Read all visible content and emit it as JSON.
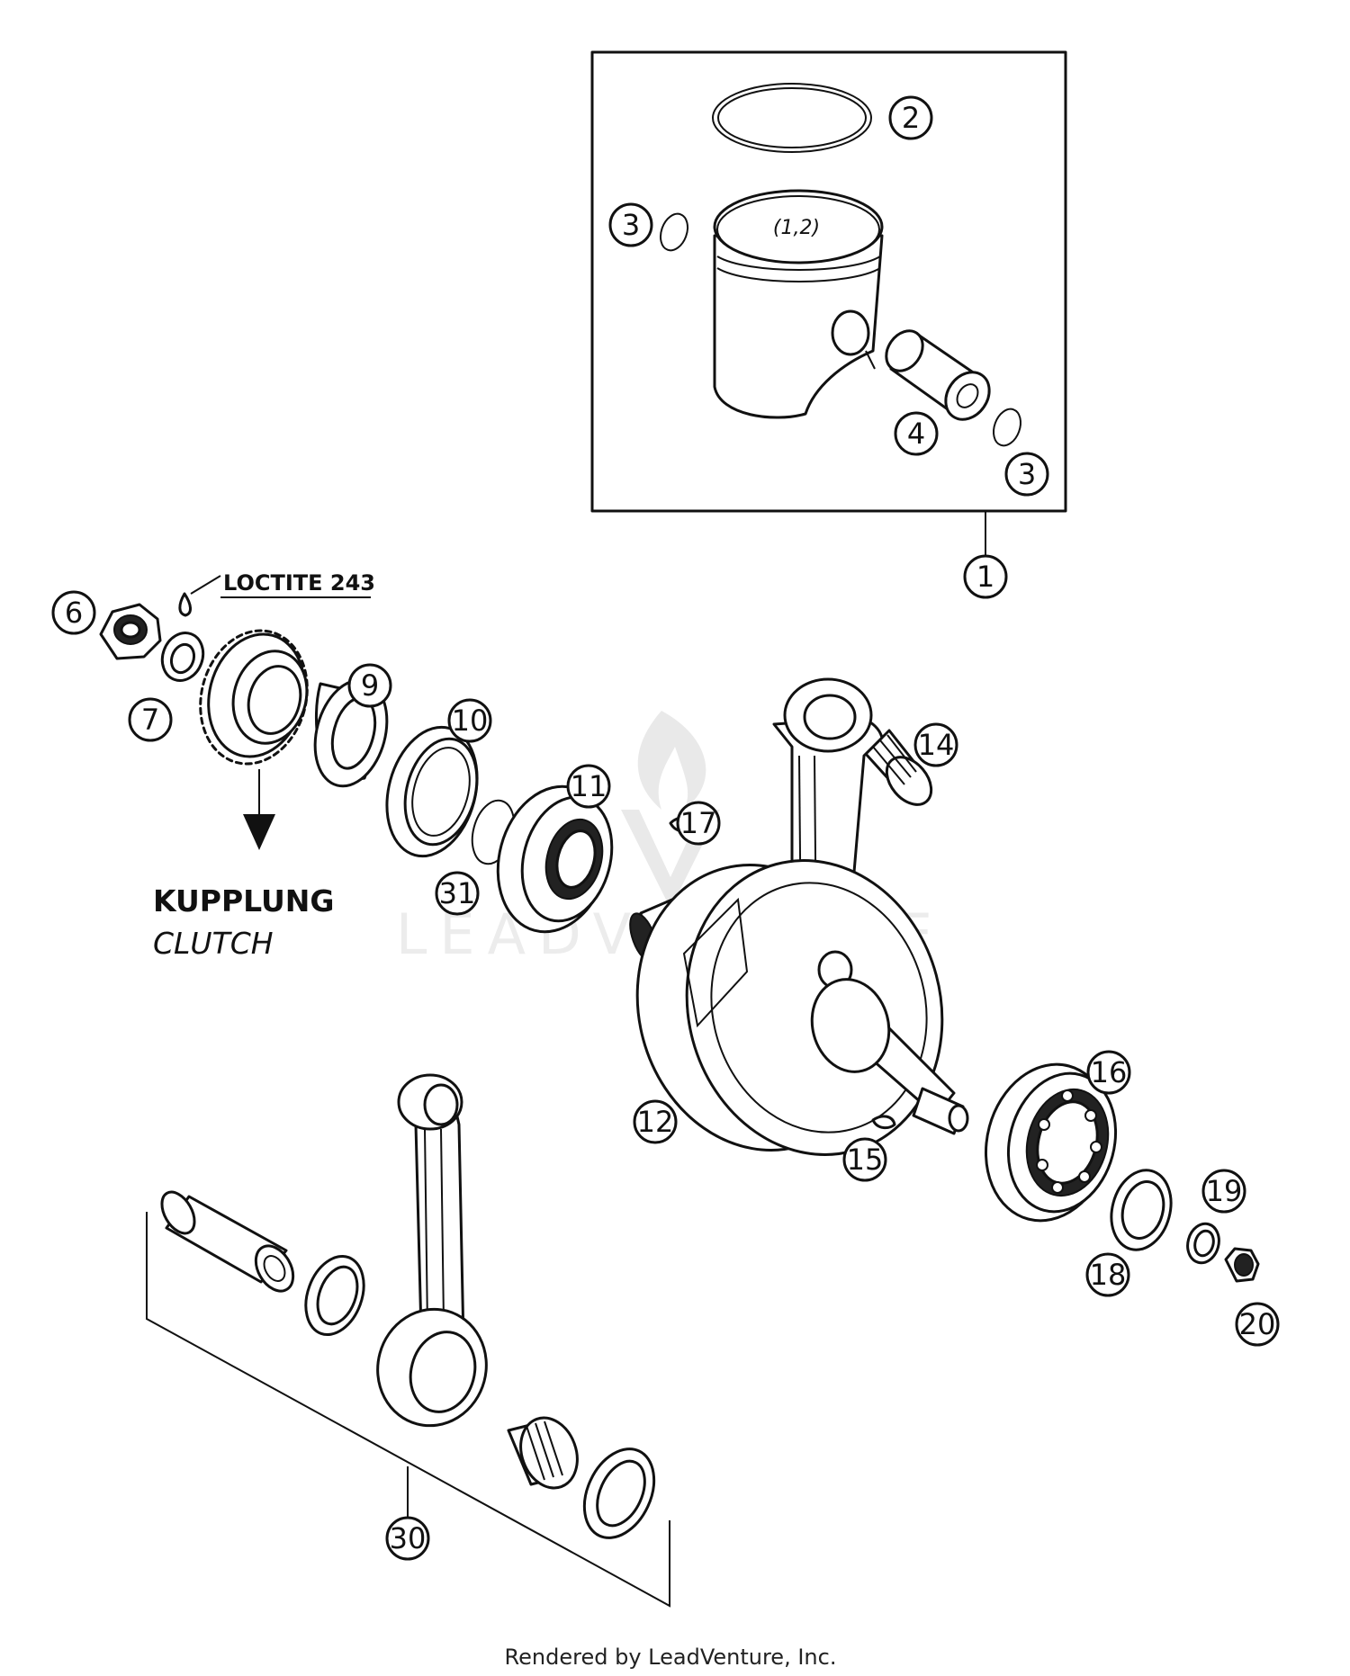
{
  "callouts": {
    "c1": "1",
    "c2": "2",
    "c3a": "3",
    "c3b": "3",
    "c4": "4",
    "c6": "6",
    "c7": "7",
    "c9": "9",
    "c10": "10",
    "c11": "11",
    "c12": "12",
    "c14": "14",
    "c15": "15",
    "c16": "16",
    "c17": "17",
    "c18": "18",
    "c19": "19",
    "c20": "20",
    "c30": "30",
    "c31": "31"
  },
  "labels": {
    "loctite": "LOCTITE 243",
    "kupplung": "KUPPLUNG",
    "clutch": "CLUTCH",
    "piston_mark": "(1,2)",
    "footer": "Rendered by LeadVenture, Inc.",
    "watermark": "LEADVENTURE"
  }
}
